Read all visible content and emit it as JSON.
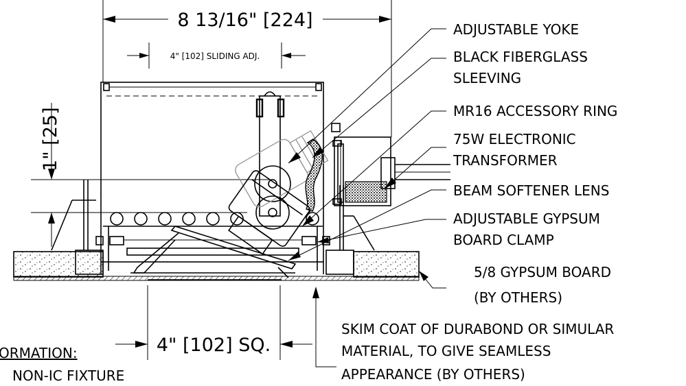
{
  "dimensions": {
    "overall_width": "8 13/16\" [224]",
    "sliding_adjustment": "4\" [102] SLIDING ADJ.",
    "vertical": "1\" [25]",
    "aperture": "4\" [102] SQ."
  },
  "callouts": {
    "adjustable_yoke": "ADJUSTABLE YOKE",
    "fiberglass_line1": "BLACK FIBERGLASS",
    "fiberglass_line2": "SLEEVING",
    "accessory_ring": "MR16 ACCESSORY RING",
    "transformer_line1": "75W ELECTRONIC",
    "transformer_line2": "TRANSFORMER",
    "softener_lens": "BEAM SOFTENER LENS",
    "clamp_line1": "ADJUSTABLE GYPSUM",
    "clamp_line2": "BOARD CLAMP",
    "gypsum_line1": "5/8 GYPSUM BOARD",
    "gypsum_line2": "(BY OTHERS)",
    "skim_line1": "SKIM COAT OF DURABOND OR SIMULAR",
    "skim_line2": "MATERIAL, TO GIVE SEAMLESS",
    "skim_line3": "APPEARANCE (BY OTHERS)"
  },
  "notes": {
    "heading": "ORMATION:",
    "line1": "NON-IC FIXTURE"
  }
}
